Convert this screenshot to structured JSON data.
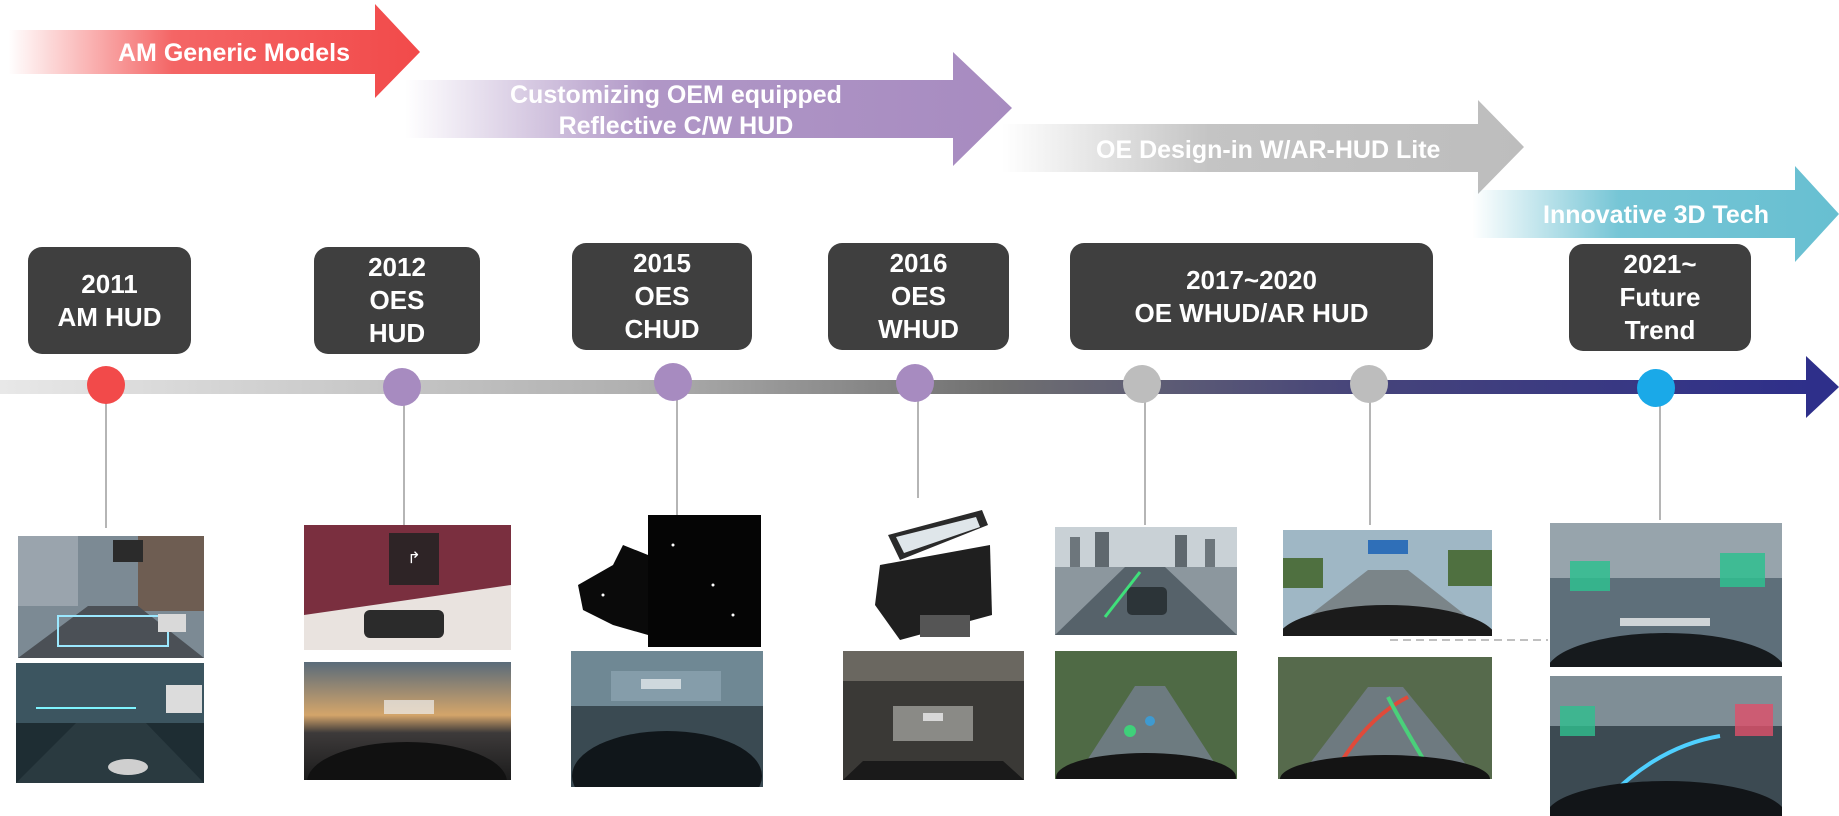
{
  "phases": [
    {
      "label": "AM Generic Models",
      "color": "#f24a4a"
    },
    {
      "label_line1": "Customizing OEM equipped",
      "label_line2": "Reflective C/W HUD",
      "color": "#a78bc0"
    },
    {
      "label": "OE Design-in W/AR-HUD Lite",
      "color": "#bdbdbd"
    },
    {
      "label": "Innovative 3D Tech",
      "color": "#67bfd1"
    }
  ],
  "milestones": [
    {
      "line1": "2011",
      "line2": "AM HUD",
      "dot_color": "#f24a4a"
    },
    {
      "line1": "2012",
      "line2": "OES",
      "line3": "HUD",
      "dot_color": "#a78bc0"
    },
    {
      "line1": "2015",
      "line2": "OES",
      "line3": "CHUD",
      "dot_color": "#a78bc0"
    },
    {
      "line1": "2016",
      "line2": "OES",
      "line3": "WHUD",
      "dot_color": "#a78bc0"
    },
    {
      "line1": "2017~2020",
      "line2": "OE WHUD/AR HUD",
      "dot_color": "#bdbdbd"
    },
    {
      "line1": "2021~",
      "line2": "Future",
      "line3": "Trend",
      "dot_color": "#1aa9e8"
    }
  ],
  "timeline": {
    "start_color": "#e8e8e8",
    "end_color": "#2e2f8a",
    "fifth_dot_color": "#bdbdbd"
  },
  "photo_icons": [
    "am-hud-road-photo",
    "am-hud-dashboard-photo",
    "oes-hud-device-photo",
    "oes-hud-sunset-photo",
    "chud-module-photo",
    "chud-dashboard-photo",
    "whud-unit-photo",
    "whud-interior-photo",
    "ar-hud-city-photo",
    "ar-hud-road-photo",
    "ar-hud-highway-photo",
    "ar-hud-turn-photo",
    "future-3d-city-photo",
    "future-3d-cockpit-photo"
  ]
}
